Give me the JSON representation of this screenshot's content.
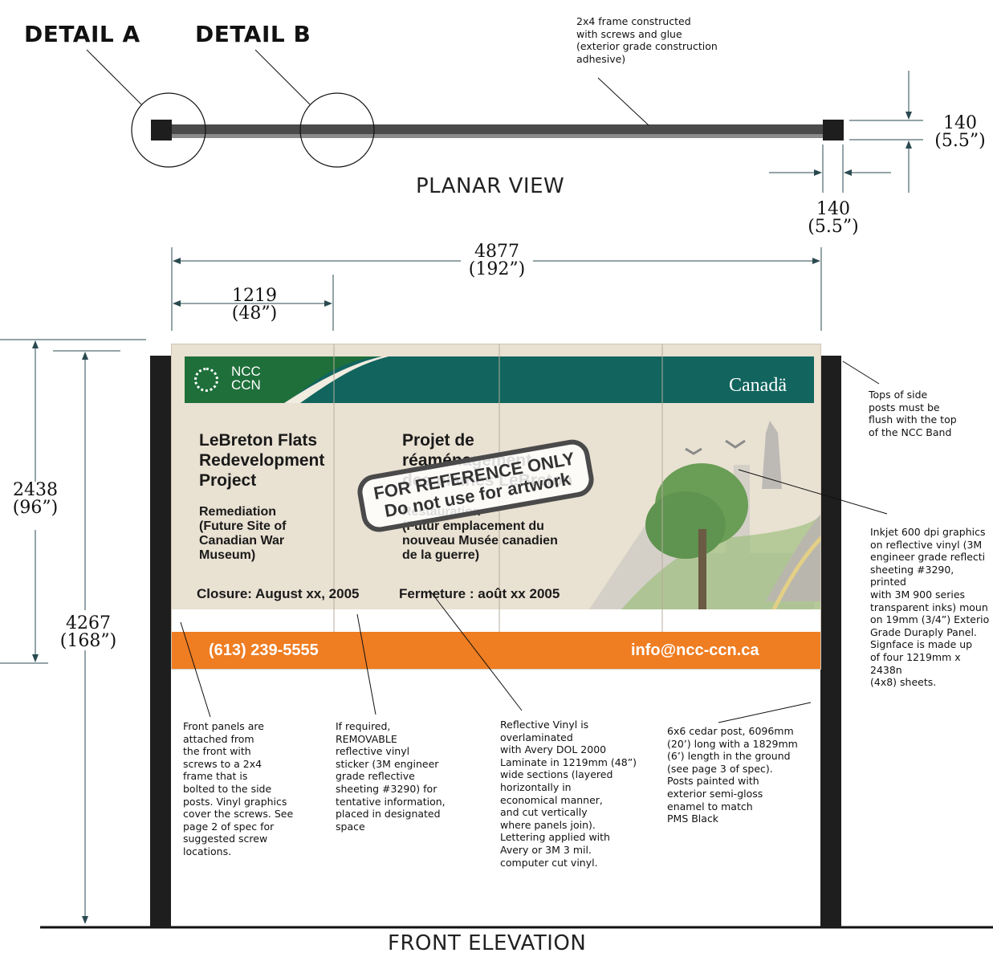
{
  "details": {
    "a": "DETAIL A",
    "b": "DETAIL B"
  },
  "planar": {
    "label": "PLANAR VIEW",
    "frame_note": "2x4 frame constructed\nwith screws and glue\n(exterior grade construction\nadhesive)",
    "post_depth": {
      "mm": "140",
      "in": "(5.5”)"
    },
    "post_width": {
      "mm": "140",
      "in": "(5.5”)"
    }
  },
  "dims": {
    "overall_width": {
      "mm": "4877",
      "in": "(192”)"
    },
    "panel_width": {
      "mm": "1219",
      "in": "(48”)"
    },
    "sign_height": {
      "mm": "2438",
      "in": "(96”)"
    },
    "post_height": {
      "mm": "4267",
      "in": "(168”)"
    }
  },
  "sign": {
    "logo": {
      "line1": "NCC",
      "line2": "CCN"
    },
    "wordmark": "Canadä",
    "title_en": "LeBreton Flats\nRedevelopment\nProject",
    "title_fr": "Projet de\nréaménagement\ndes plaines LeBreton",
    "sub_en": "Remediation\n(Future Site of\nCanadian War\nMuseum)",
    "sub_fr": "Restauration\n(Futur emplacement du\nnouveau Musée canadien\nde la guerre)",
    "closure_en": "Closure: August xx, 2005",
    "closure_fr": "Fermeture : août xx 2005",
    "phone": "(613) 239-5555",
    "email": "info@ncc-ccn.ca",
    "stamp_line1": "FOR REFERENCE ONLY",
    "stamp_line2": "Do not use for artwork"
  },
  "notes": {
    "tops": "Tops of side\nposts must be\nflush with the top\nof the NCC Band",
    "inkjet": "Inkjet 600 dpi graphics\non reflective vinyl (3M\nengineer grade reflecti\nsheeting #3290, printed\nwith 3M 900 series\ntransparent inks) moun\non 19mm (3/4”) Exterio\nGrade Duraply Panel.\nSignface is made up\nof four 1219mm x 2438n\n(4x8) sheets.",
    "front_panels": "Front panels are\nattached from\nthe front with\nscrews to a 2x4\nframe that is\nbolted to the side\nposts.  Vinyl graphics\ncover the screws.  See\npage 2 of spec for\nsuggested screw\nlocations.",
    "removable": "If required,\nREMOVABLE\nreflective vinyl\nsticker (3M engineer\ngrade reflective\nsheeting #3290) for\ntentative information,\nplaced in designated\nspace",
    "reflective": "Reflective Vinyl is\noverlaminated\nwith Avery DOL 2000\nLaminate in 1219mm (48”)\nwide sections (layered\nhorizontally in\neconomical manner,\nand cut vertically\nwhere panels join).\nLettering applied with\nAvery or 3M 3 mil.\ncomputer cut vinyl.",
    "cedar": "6x6 cedar post, 6096mm\n(20’) long with a 1829mm\n(6’) length in the ground\n(see page 3 of spec).\nPosts painted with\nexterior semi-gloss\nenamel to match\nPMS Black"
  },
  "front_label": "FRONT ELEVATION",
  "colors": {
    "green": "#1f6f3a",
    "teal": "#11655e",
    "orange": "#ef7d22",
    "post": "#1e1e1e",
    "sign_bg": "#e9e1d2"
  }
}
